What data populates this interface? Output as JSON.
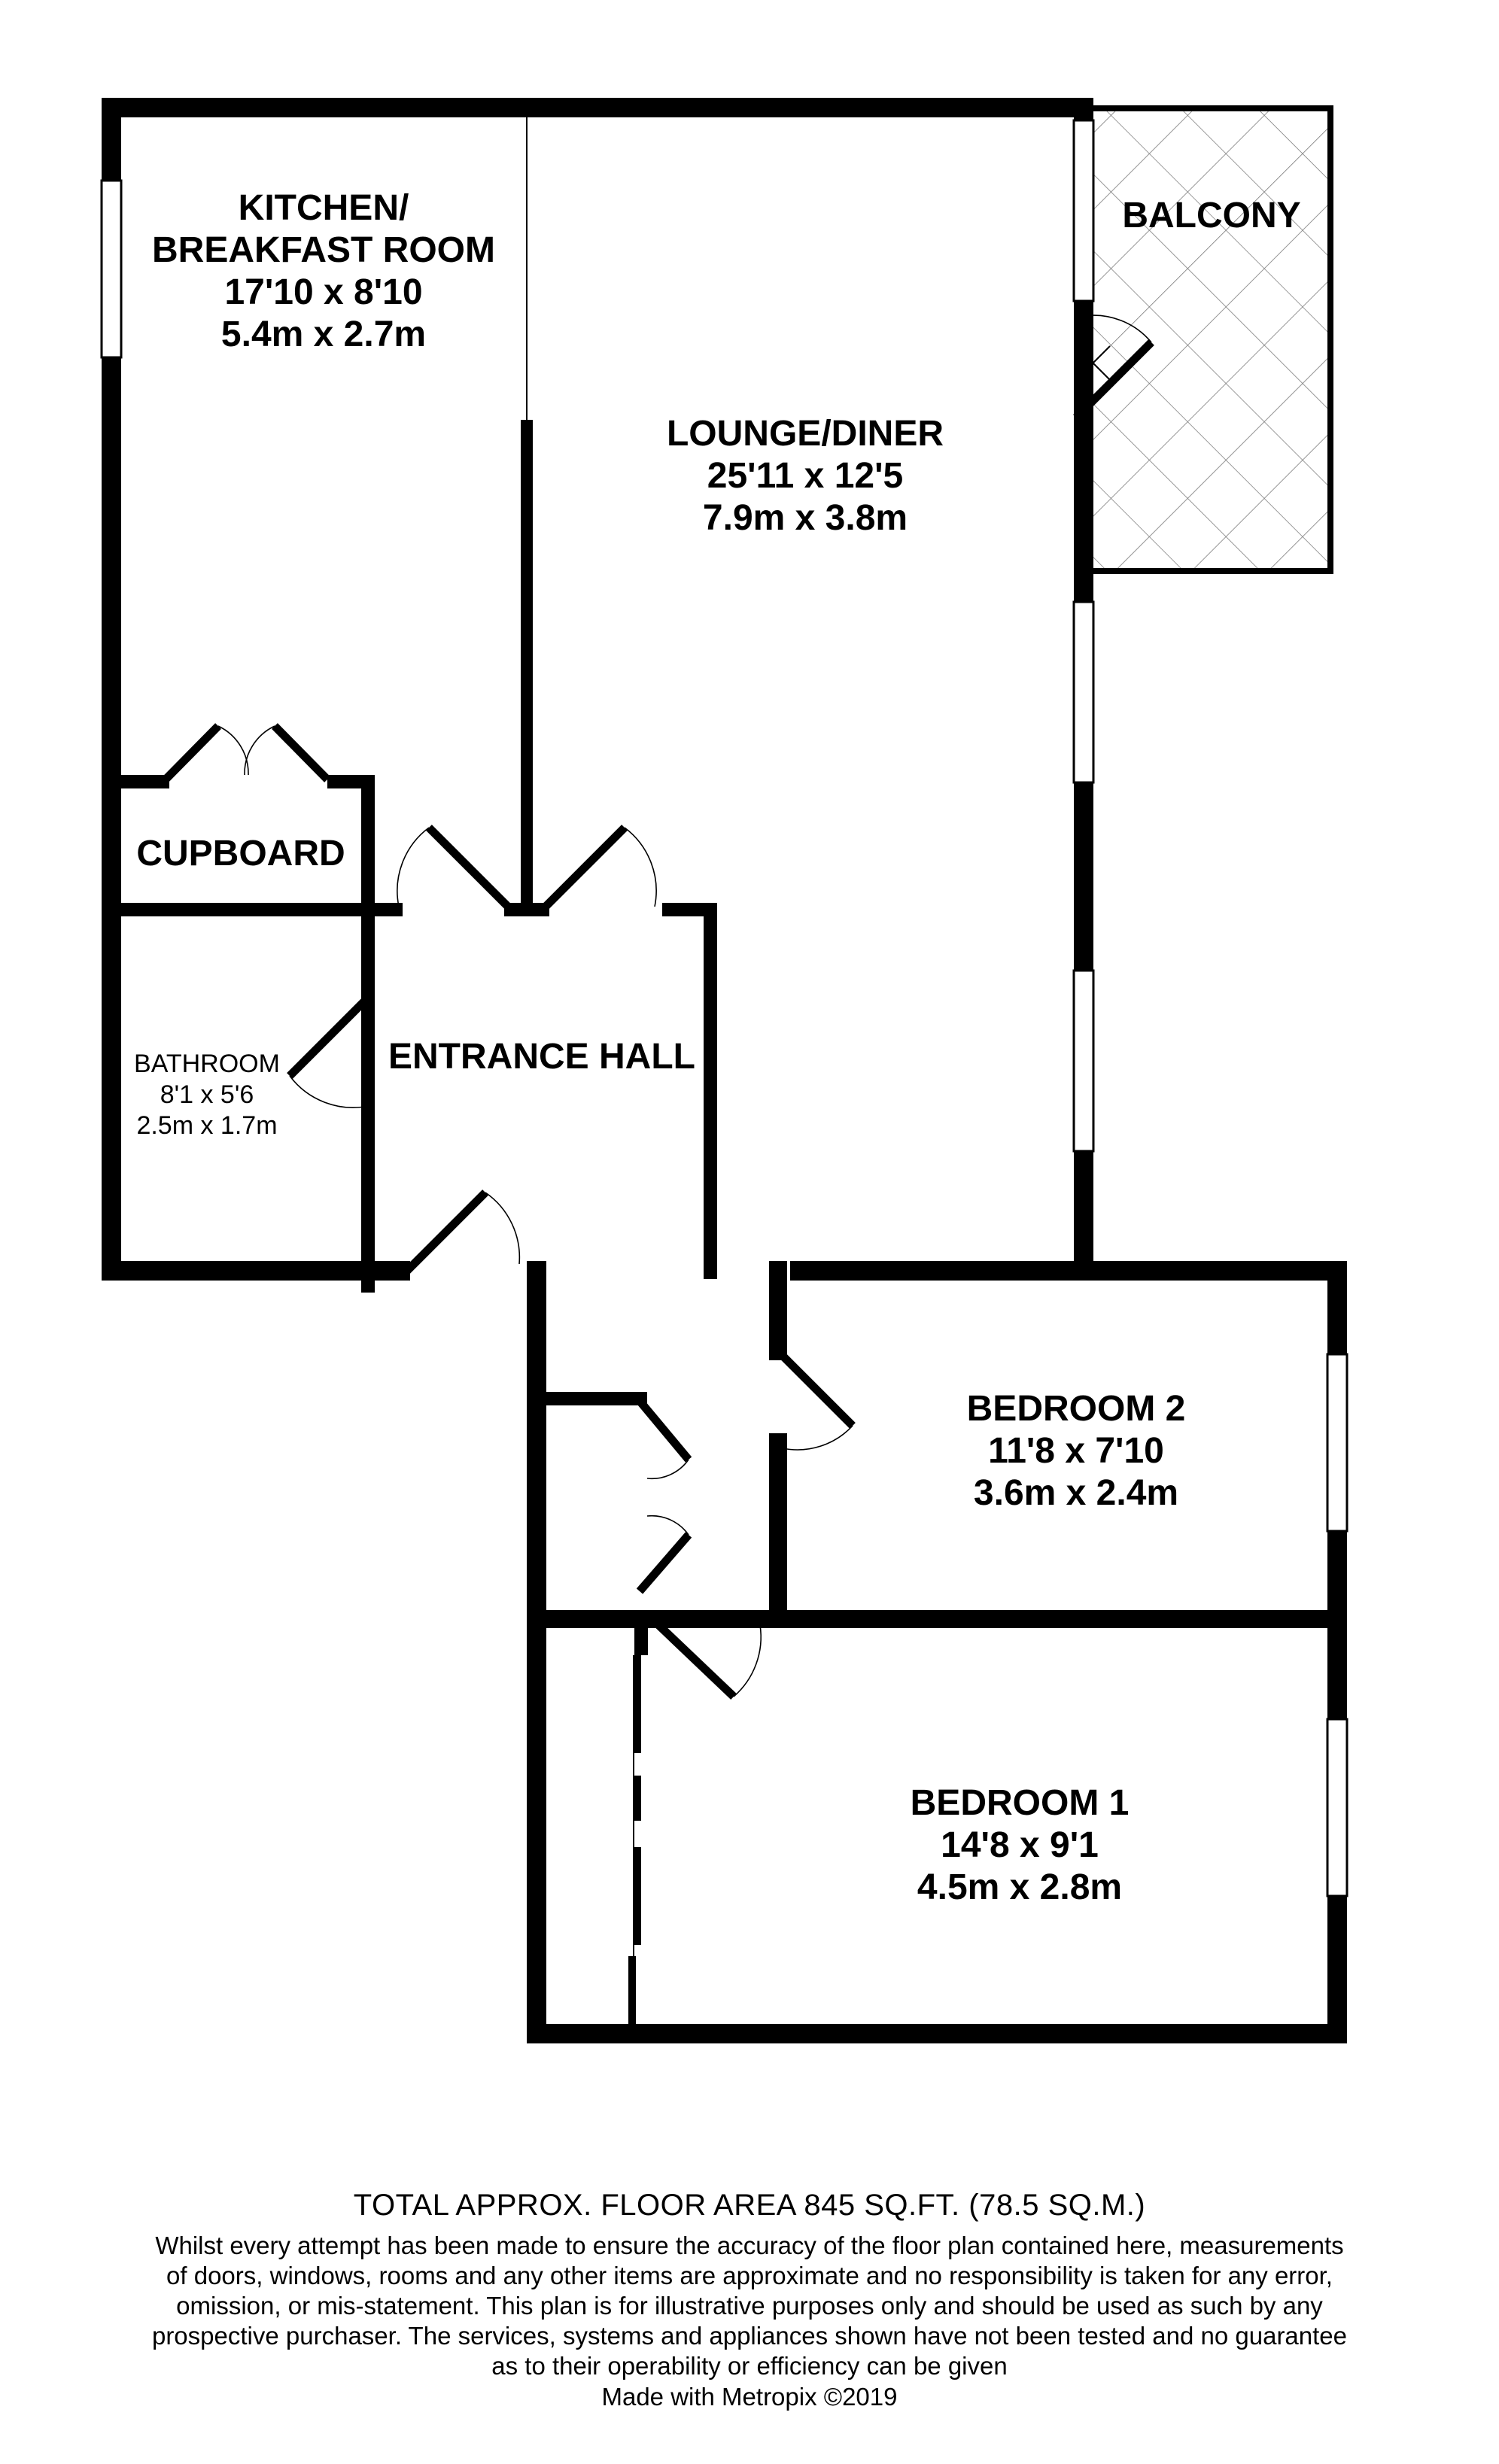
{
  "rooms": {
    "kitchen": {
      "name_line1": "KITCHEN/",
      "name_line2": "BREAKFAST ROOM",
      "imperial": "17'10 x 8'10",
      "metric": "5.4m x 2.7m"
    },
    "lounge": {
      "name": "LOUNGE/DINER",
      "imperial": "25'11 x 12'5",
      "metric": "7.9m x 3.8m"
    },
    "balcony": {
      "name": "BALCONY"
    },
    "cupboard": {
      "name": "CUPBOARD"
    },
    "bathroom": {
      "name": "BATHROOM",
      "imperial": "8'1 x 5'6",
      "metric": "2.5m x 1.7m"
    },
    "hall": {
      "name": "ENTRANCE HALL"
    },
    "bedroom2": {
      "name": "BEDROOM 2",
      "imperial": "11'8 x 7'10",
      "metric": "3.6m x 2.4m"
    },
    "bedroom1": {
      "name": "BEDROOM 1",
      "imperial": "14'8 x 9'1",
      "metric": "4.5m x 2.8m"
    }
  },
  "footer": {
    "total_area": "TOTAL APPROX. FLOOR AREA 845 SQ.FT. (78.5 SQ.M.)",
    "disclaimer_lines": [
      "Whilst every attempt has been made to ensure the accuracy of the floor plan contained here, measurements",
      "of doors, windows, rooms and any other items are approximate and no responsibility is taken for any error,",
      "omission, or mis-statement. This plan is for illustrative purposes only and should be used as such by any",
      "prospective purchaser. The services, systems and appliances shown have not been tested and no guarantee",
      "as to their operability or efficiency can be given"
    ],
    "credit": "Made with Metropix ©2019"
  },
  "colors": {
    "wall": "#000000",
    "background": "#ffffff",
    "window": "#ffffff"
  }
}
